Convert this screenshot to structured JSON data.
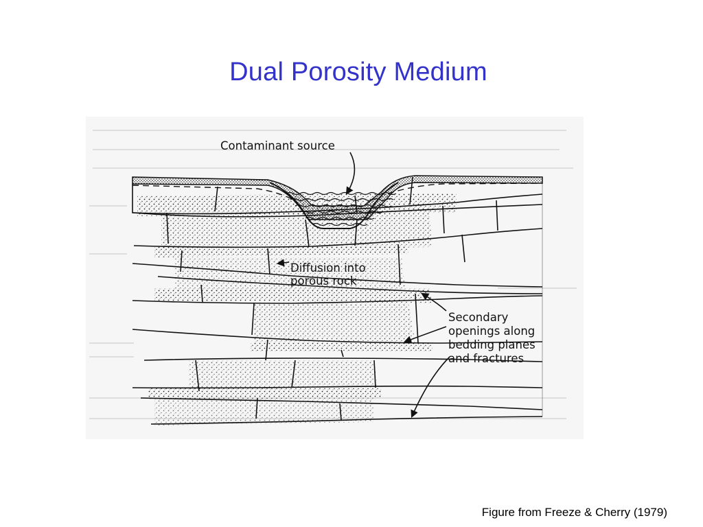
{
  "slide": {
    "title": "Dual Porosity Medium",
    "caption": "Figure from Freeze & Cherry (1979)"
  },
  "diagram": {
    "labels": {
      "contaminant_source": "Contaminant source",
      "diffusion_line1": "Diffusion into",
      "diffusion_line2": "porous rock",
      "secondary_line1": "Secondary",
      "secondary_line2": "openings along",
      "secondary_line3": "bedding planes",
      "secondary_line4": "and fractures"
    }
  },
  "colors": {
    "title": "#3333cc",
    "ink": "#111111",
    "scan_background": "#f4f4f4"
  }
}
